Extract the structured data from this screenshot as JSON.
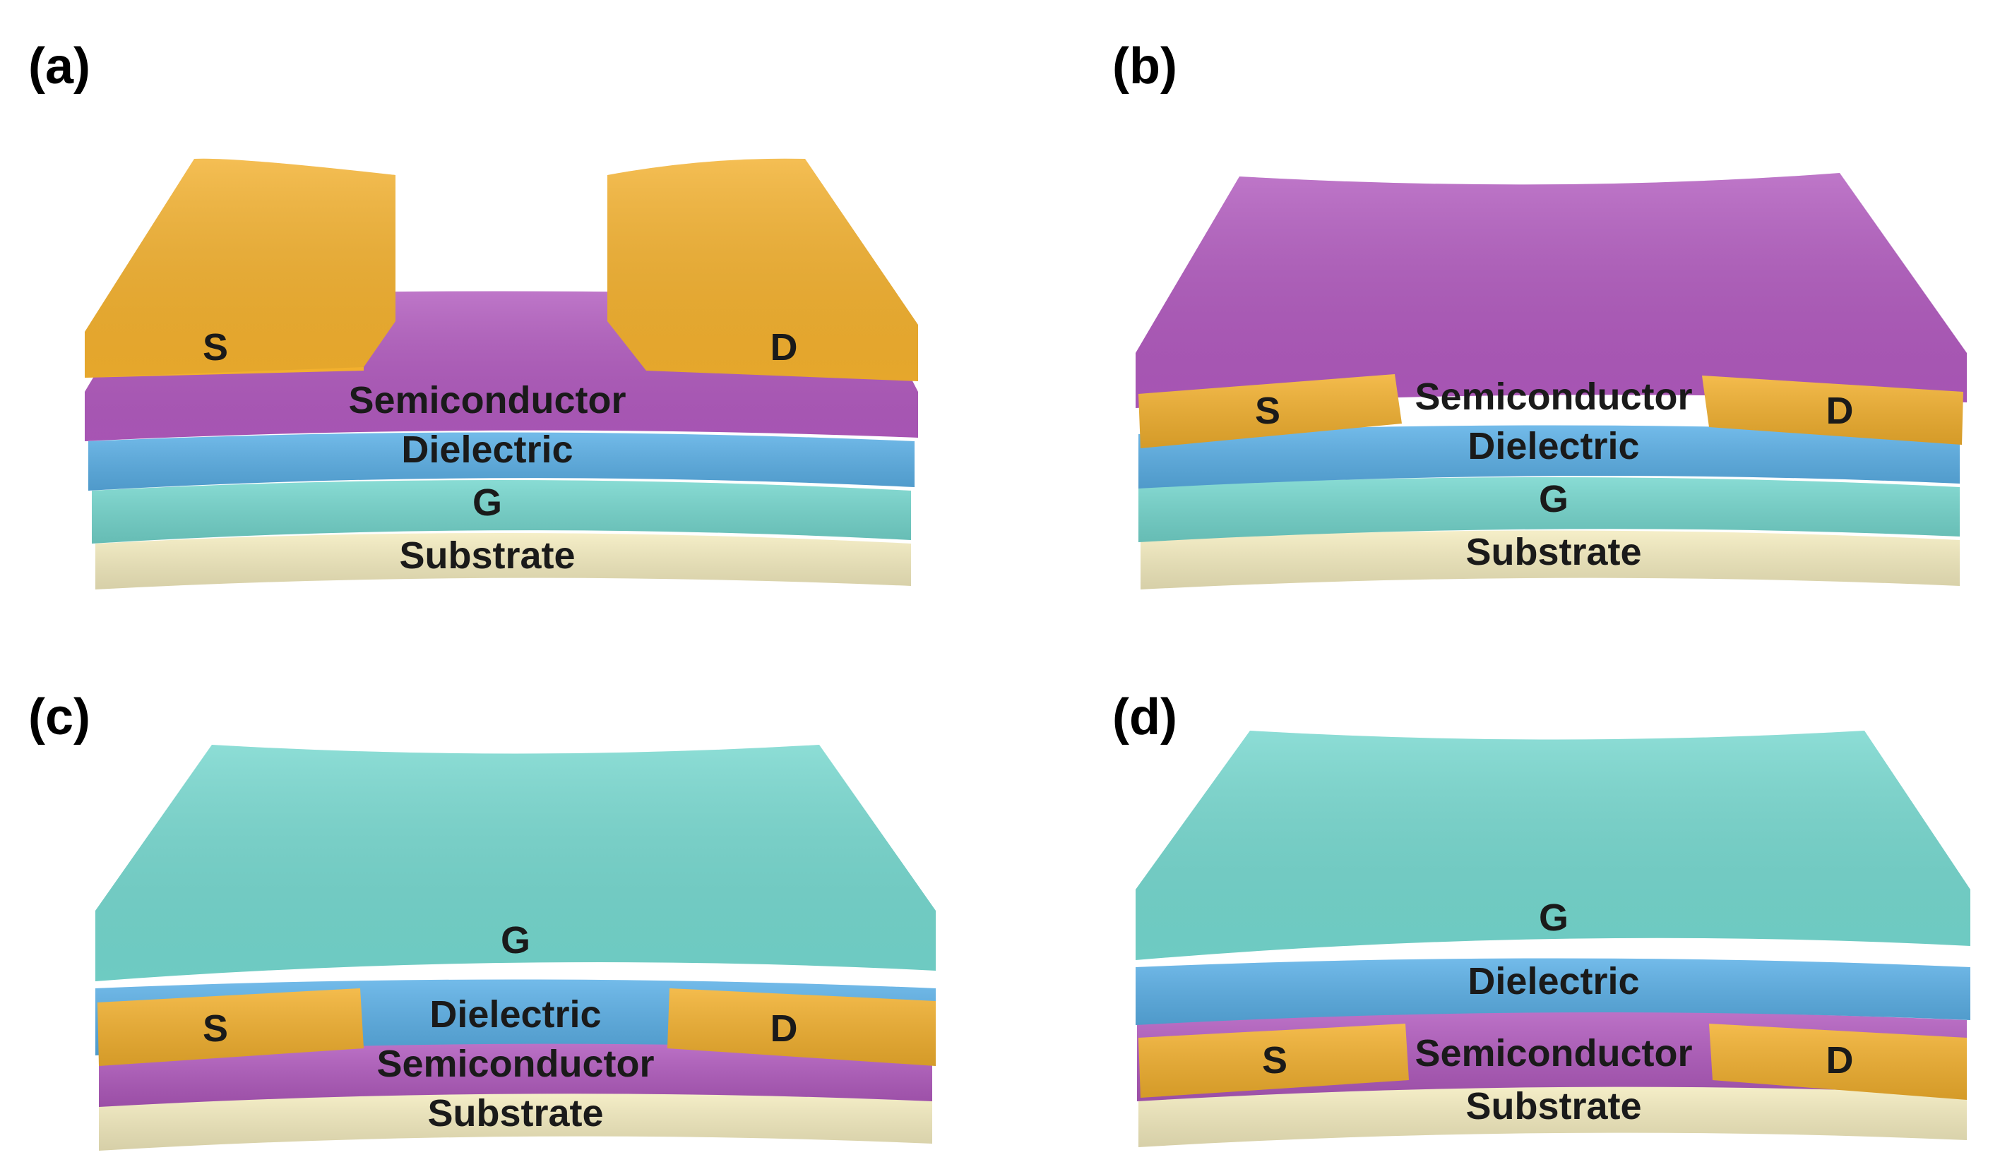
{
  "colors": {
    "electrode": "#f2b02e",
    "semiconductor": "#b059bd",
    "dielectric": "#5aafe6",
    "gate": "#74d6cd",
    "substrate": "#f4ecbf"
  },
  "panels": {
    "a": {
      "label": "(a)",
      "source": "S",
      "drain": "D",
      "semiconductor": "Semiconductor",
      "dielectric": "Dielectric",
      "gate": "G",
      "substrate": "Substrate"
    },
    "b": {
      "label": "(b)",
      "source": "S",
      "drain": "D",
      "semiconductor": "Semiconductor",
      "dielectric": "Dielectric",
      "gate": "G",
      "substrate": "Substrate"
    },
    "c": {
      "label": "(c)",
      "gate": "G",
      "source": "S",
      "drain": "D",
      "dielectric": "Dielectric",
      "semiconductor": "Semiconductor",
      "substrate": "Substrate"
    },
    "d": {
      "label": "(d)",
      "gate": "G",
      "dielectric": "Dielectric",
      "source": "S",
      "drain": "D",
      "semiconductor": "Semiconductor",
      "substrate": "Substrate"
    }
  }
}
